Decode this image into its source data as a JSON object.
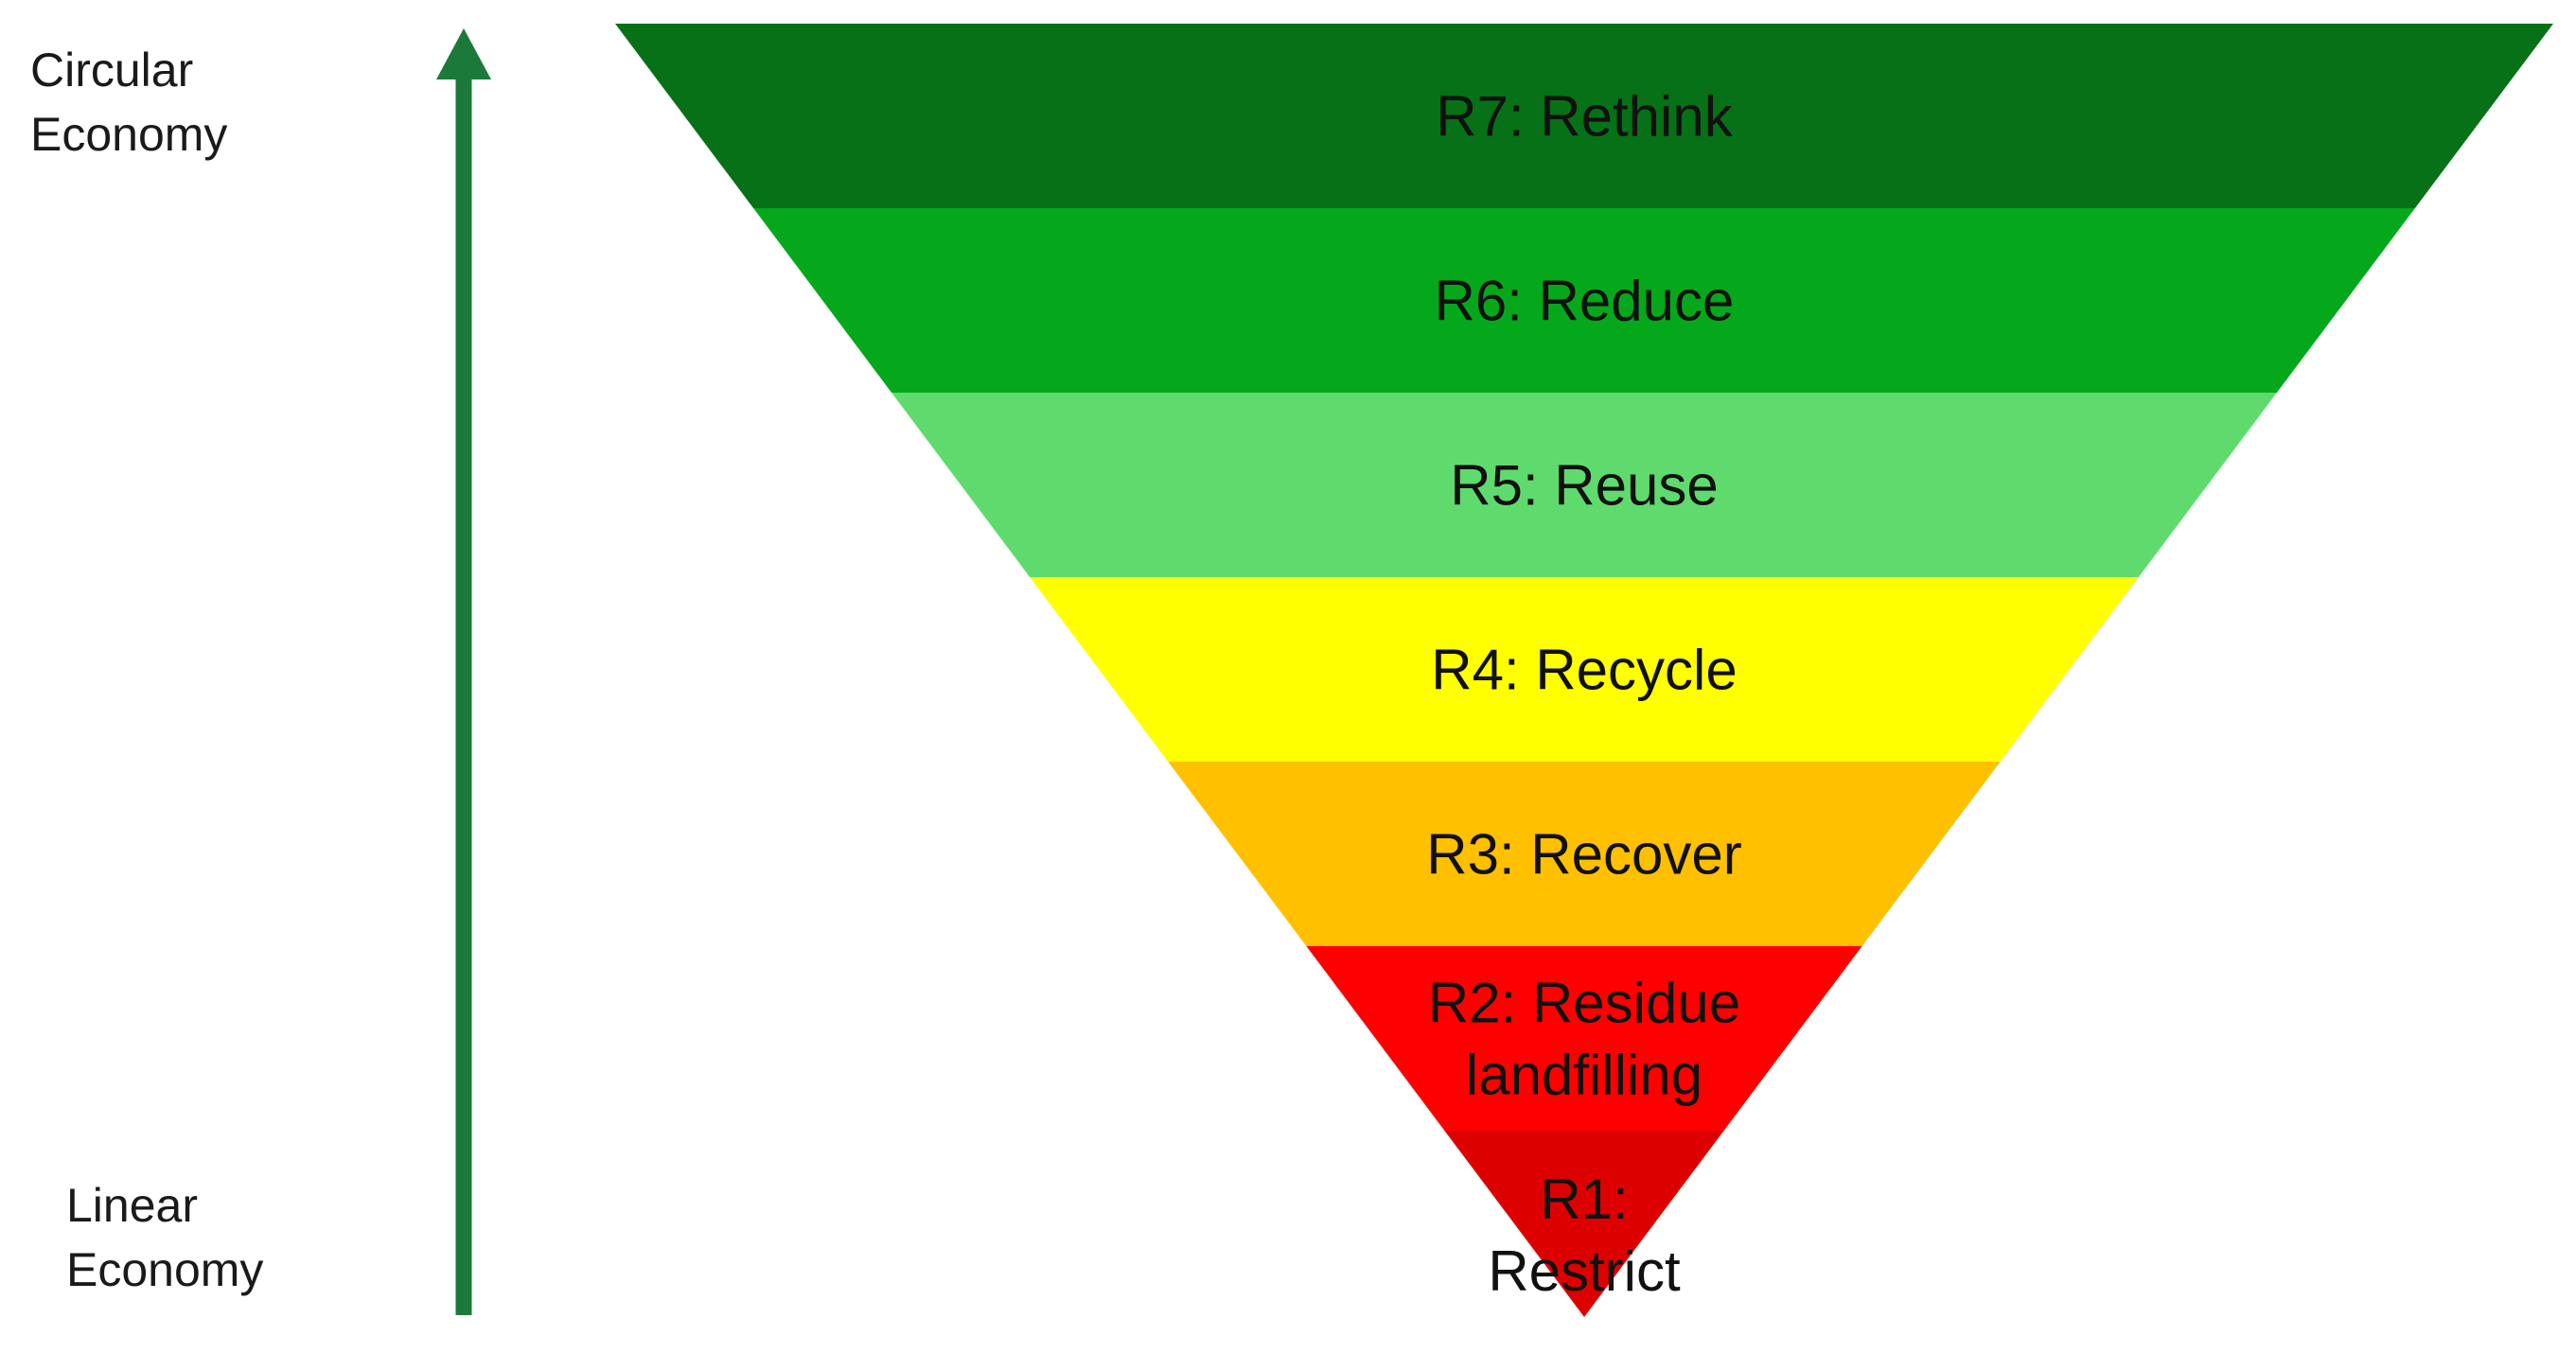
{
  "axis": {
    "top_label_lines": [
      "Circular",
      "Economy"
    ],
    "bottom_label_lines": [
      "Linear",
      "Economy"
    ],
    "arrow_color": "#1b7a3a"
  },
  "tiers": [
    {
      "lines": [
        "R7: Rethink"
      ],
      "color": "#067116"
    },
    {
      "lines": [
        "R6: Reduce"
      ],
      "color": "#05a81a"
    },
    {
      "lines": [
        "R5: Reuse"
      ],
      "color": "#5fdb6e"
    },
    {
      "lines": [
        "R4: Recycle"
      ],
      "color": "#ffff00"
    },
    {
      "lines": [
        "R3: Recover"
      ],
      "color": "#ffc000"
    },
    {
      "lines": [
        "R2: Residue",
        "landfilling"
      ],
      "color": "#ff0000"
    },
    {
      "lines": [
        "R1:",
        "Restrict"
      ],
      "color": "#dd0000"
    }
  ]
}
